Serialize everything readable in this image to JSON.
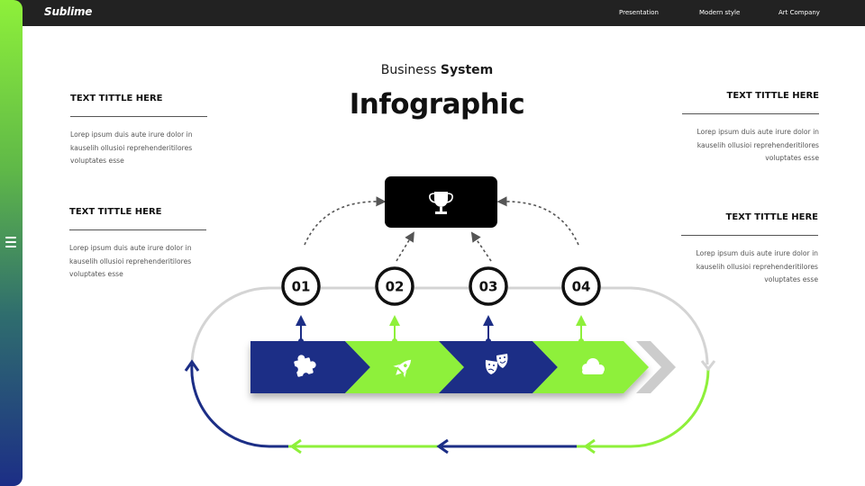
{
  "header": {
    "brand": "Sublime",
    "nav": [
      "Presentation",
      "Modern style",
      "Art Company"
    ]
  },
  "main": {
    "subtitle_prefix": "Business ",
    "subtitle_bold": "System",
    "title": "Infographic"
  },
  "blocks": [
    {
      "title": "TEXT TITTLE HERE",
      "body": [
        "Lorep  ipsum duis aute irure dolor in",
        "kauselih ollusioi reprehenderitilores",
        "voluptates esse"
      ]
    },
    {
      "title": "TEXT TITTLE HERE",
      "body": [
        "Lorep  ipsum duis aute irure dolor in",
        "kauselih ollusioi reprehenderitilores",
        "voluptates esse"
      ]
    },
    {
      "title": "TEXT TITTLE HERE",
      "body": [
        "Lorep  ipsum duis aute irure dolor in",
        "kauselih ollusioi reprehenderitilores",
        "voluptates esse"
      ]
    },
    {
      "title": "TEXT TITTLE HERE",
      "body": [
        "Lorep  ipsum duis aute irure dolor in",
        "kauselih ollusioi reprehenderitilores",
        "voluptates esse"
      ]
    }
  ],
  "steps": [
    {
      "number": "01",
      "icon": "puzzle-icon"
    },
    {
      "number": "02",
      "icon": "rocket-icon"
    },
    {
      "number": "03",
      "icon": "theater-masks-icon"
    },
    {
      "number": "04",
      "icon": "cloud-icon"
    }
  ],
  "goal_icon": "trophy-icon",
  "colors": {
    "navy": "#1c2e86",
    "lime": "#8ef03a",
    "dark": "#222222",
    "track": "#d4d4d4"
  }
}
